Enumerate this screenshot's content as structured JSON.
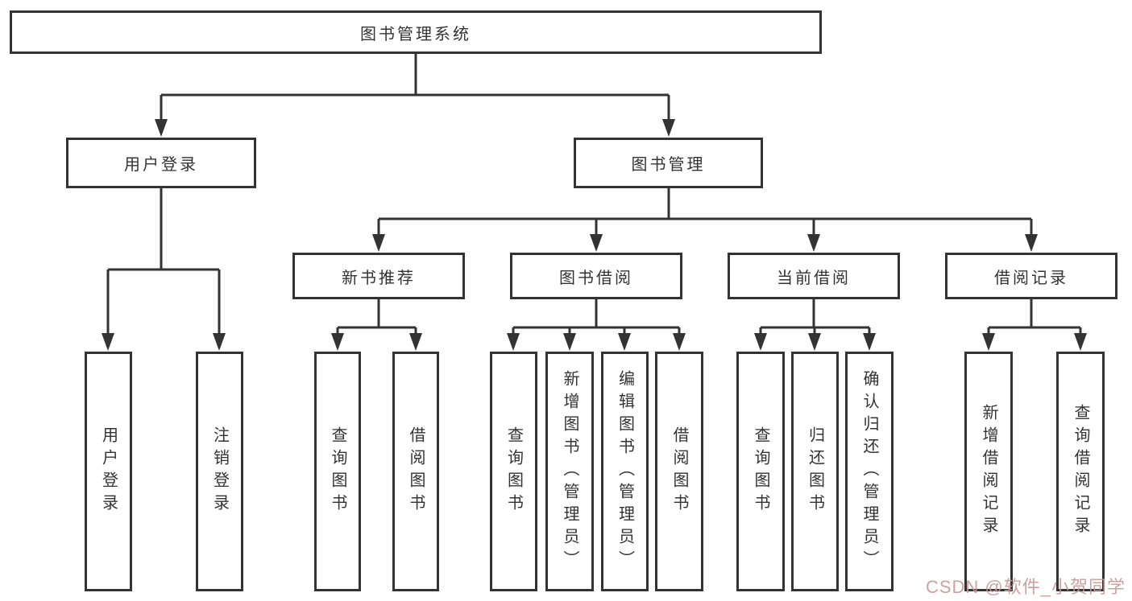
{
  "nodes": {
    "root": "图书管理系统",
    "user_login": "用户登录",
    "book_management": "图书管理",
    "new_book_recommend": "新书推荐",
    "book_borrow": "图书借阅",
    "current_borrow": "当前借阅",
    "borrow_records": "借阅记录",
    "ul_user_login": "用户登录",
    "ul_logout": "注销登录",
    "nb_query_books": "查询图书",
    "nb_borrow_books": "借阅图书",
    "bb_query_books": "查询图书",
    "bb_add_books_admin": "新增图书（管理员）",
    "bb_edit_books_admin": "编辑图书（管理员）",
    "bb_borrow_books": "借阅图书",
    "cb_query_books": "查询图书",
    "cb_return_books": "归还图书",
    "cb_confirm_return_admin": "确认归还（管理员）",
    "br_add_record": "新增借阅记录",
    "br_query_record": "查询借阅记录"
  },
  "watermark": "CSDN @软件_小贺同学",
  "colors": {
    "line": "#333333",
    "text": "#333333",
    "watermark": "#c99696",
    "background": "#ffffff"
  }
}
